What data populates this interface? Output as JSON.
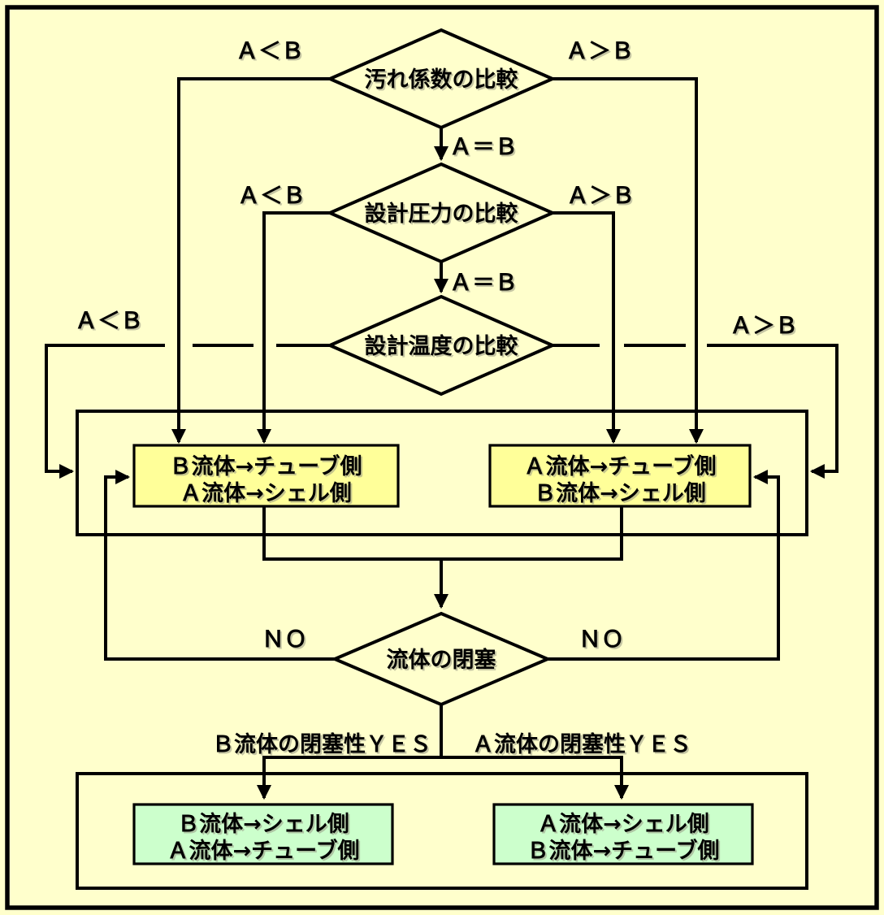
{
  "colors": {
    "background": "#FFFFCC",
    "border": "#000000",
    "container_fill": "#FFFFFF",
    "diamond_fill": "#FFFFFF",
    "yellow_box": "#FFFF99",
    "green_box": "#CCFFCC",
    "line": "#000000"
  },
  "decisions": {
    "fouling": {
      "label": "汚れ係数の比較",
      "left": "Ａ＜Ｂ",
      "right": "Ａ＞Ｂ",
      "equal": "Ａ＝Ｂ"
    },
    "pressure": {
      "label": "設計圧力の比較",
      "left": "Ａ＜Ｂ",
      "right": "Ａ＞Ｂ",
      "equal": "Ａ＝Ｂ"
    },
    "temperature": {
      "label": "設計温度の比較",
      "left": "Ａ＜Ｂ",
      "right": "Ａ＞Ｂ"
    },
    "plugging": {
      "label": "流体の閉塞",
      "no_left": "ＮＯ",
      "no_right": "ＮＯ",
      "yes_left": "Ｂ流体の閉塞性ＹＥＳ",
      "yes_right": "Ａ流体の閉塞性ＹＥＳ"
    }
  },
  "result_boxes": {
    "yellow_left": {
      "line1": "Ｂ流体→チューブ側",
      "line2": "Ａ流体→シェル側"
    },
    "yellow_right": {
      "line1": "Ａ流体→チューブ側",
      "line2": "Ｂ流体→シェル側"
    },
    "green_left": {
      "line1": "Ｂ流体→シェル側",
      "line2": "Ａ流体→チューブ側"
    },
    "green_right": {
      "line1": "Ａ流体→シェル側",
      "line2": "Ｂ流体→チューブ側"
    }
  }
}
